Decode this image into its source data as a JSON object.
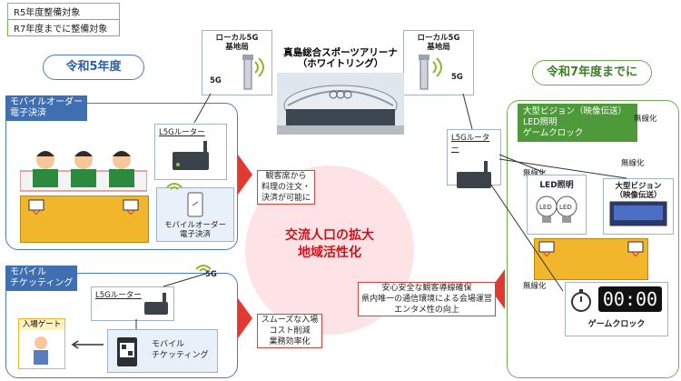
{
  "legend": {
    "r5": "R5年度整備対象",
    "r7": "R7年度までに整備対象"
  },
  "left_title": "令和5年度",
  "right_title": "令和7年度までに",
  "venue": {
    "name": "真島総合スポーツアリーナ",
    "sub": "（ホワイトリング）"
  },
  "base_station_label": "ローカル5G\n基地局",
  "fiveg": "5G",
  "router_label": "L5Gルーター",
  "mobile_order": {
    "header": "モバイルオーダー\n電子決済",
    "caption": "モバイルオーダー\n電子決済"
  },
  "mobile_ticket": {
    "header": "モバイル\nチケッティング",
    "caption": "モバイル\nチケッティング",
    "gate": "入場ゲート"
  },
  "notes": {
    "order": "観客席から\n料理の注文・\n決済が可能に",
    "ticket": "スムーズな入場\nコスト削減\n業務効率化",
    "right": "安心安全な観客導線確保\n県内唯一の通信環境による会場運営\nエンタメ性の向上"
  },
  "center": "交流人口の拡大\n地域活性化",
  "right_group": {
    "banner": "大型ビジョン（映像伝送）\nLED照明\nゲームクロック",
    "wireless": "無線化",
    "led": "LED照明",
    "led_tag": "LED",
    "vision": "大型ビジョン\n（映像伝送）",
    "clock": "ゲームクロック",
    "clock_digits": "00:00"
  },
  "colors": {
    "red": "#e03a32",
    "blue": "#3f6fb0",
    "green": "#4e9a3a",
    "pink": "#fde3e6"
  }
}
